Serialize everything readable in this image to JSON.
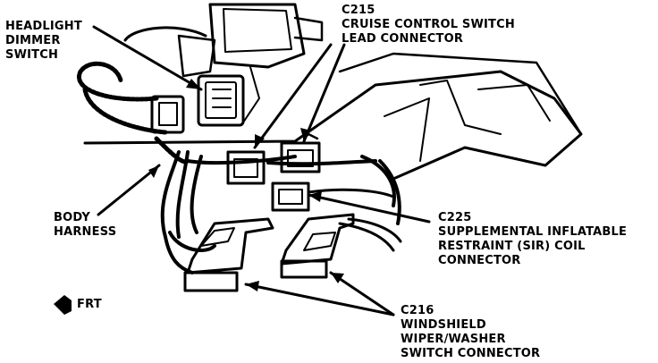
{
  "labels": {
    "headlight_dimmer": [
      "HEADLIGHT",
      "DIMMER",
      "SWITCH"
    ],
    "c215": [
      "C215",
      "CRUISE CONTROL SWITCH",
      "LEAD CONNECTOR"
    ],
    "body_harness": [
      "BODY",
      "HARNESS"
    ],
    "c225": [
      "C225",
      "SUPPLEMENTAL INFLATABLE",
      "RESTRAINT (SIR) COIL",
      "CONNECTOR"
    ],
    "c216": [
      "C216",
      "WINDSHIELD",
      "WIPER/WASHER",
      "SWITCH CONNECTOR"
    ],
    "front": "FRT"
  },
  "colors": {
    "ink": "#000000",
    "paper": "#ffffff"
  }
}
